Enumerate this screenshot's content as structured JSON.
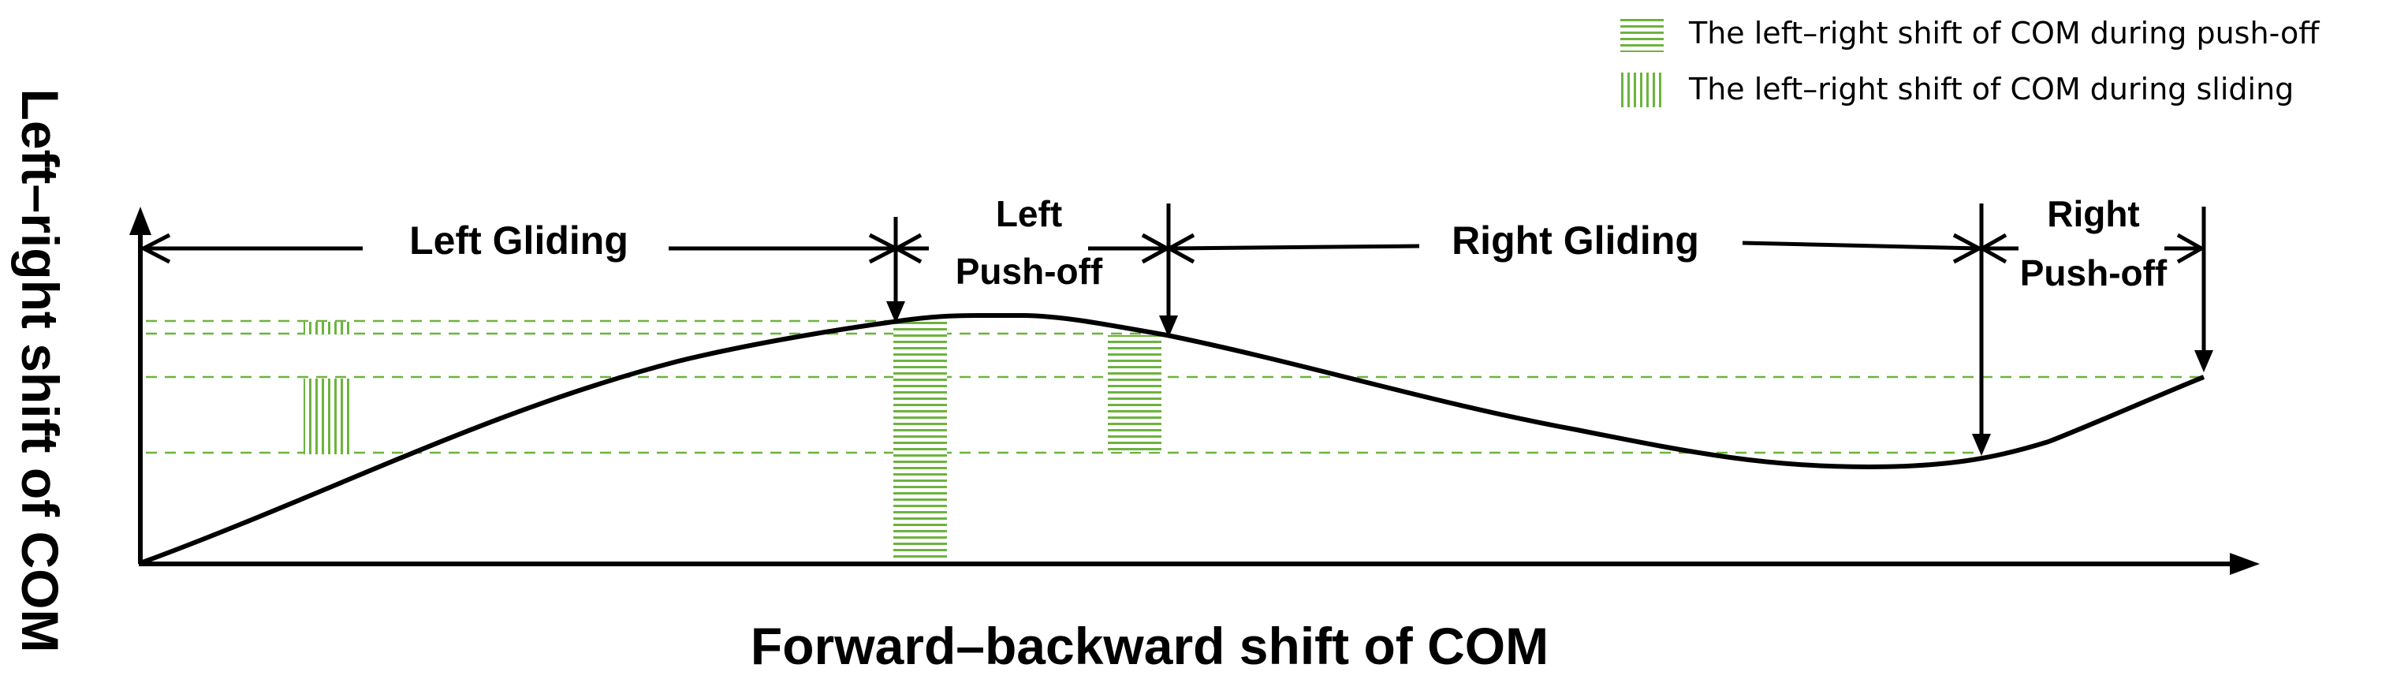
{
  "legend": {
    "push_off": "The left–right shift of COM during push-off",
    "sliding": "The left–right shift of COM during sliding"
  },
  "axes": {
    "x_label": "Forward–backward shift of COM",
    "y_label": "Left–right shift of COM"
  },
  "phases": {
    "left_gliding": "Left Gliding",
    "left_pushoff_line1": "Left",
    "left_pushoff_line2": "Push-off",
    "right_gliding": "Right Gliding",
    "right_pushoff_line1": "Right",
    "right_pushoff_line2": "Push-off"
  },
  "colors": {
    "accent_green": "#6db33f",
    "line": "#000000"
  }
}
